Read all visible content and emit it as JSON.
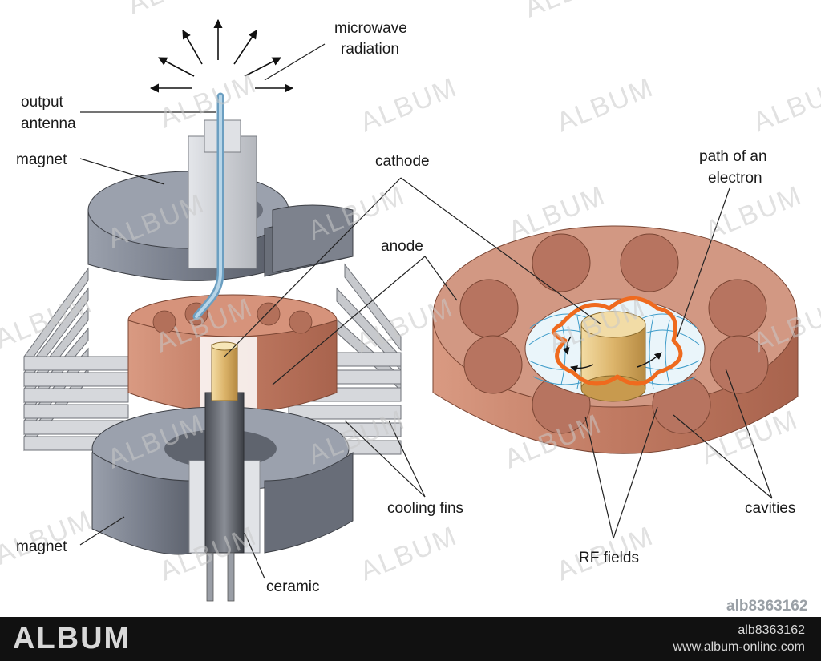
{
  "labels": {
    "microwave": [
      "microwave",
      "radiation"
    ],
    "output_antenna": [
      "output",
      "antenna"
    ],
    "magnet_top": "magnet",
    "cathode": "cathode",
    "anode": "anode",
    "cooling_fins": "cooling fins",
    "magnet_bottom": "magnet",
    "ceramic": "ceramic",
    "path_electron": [
      "path of an",
      "electron"
    ],
    "cavities": "cavities",
    "rf_fields": "RF fields"
  },
  "watermark": "ALBUM",
  "image_code": "alb8363162",
  "footer": {
    "logo": "ALBUM",
    "id": "alb8363162",
    "url": "www.album-online.com"
  },
  "colors": {
    "magnet": "#7f8593",
    "fins": "#c7c9cd",
    "copper": "#c98670",
    "copper_dark": "#a4604a",
    "cathode": "#e2c07a",
    "antenna": "#9fc3dc",
    "electron_path": "#ef6a1e",
    "rf_lines": "#3f9cc9"
  }
}
